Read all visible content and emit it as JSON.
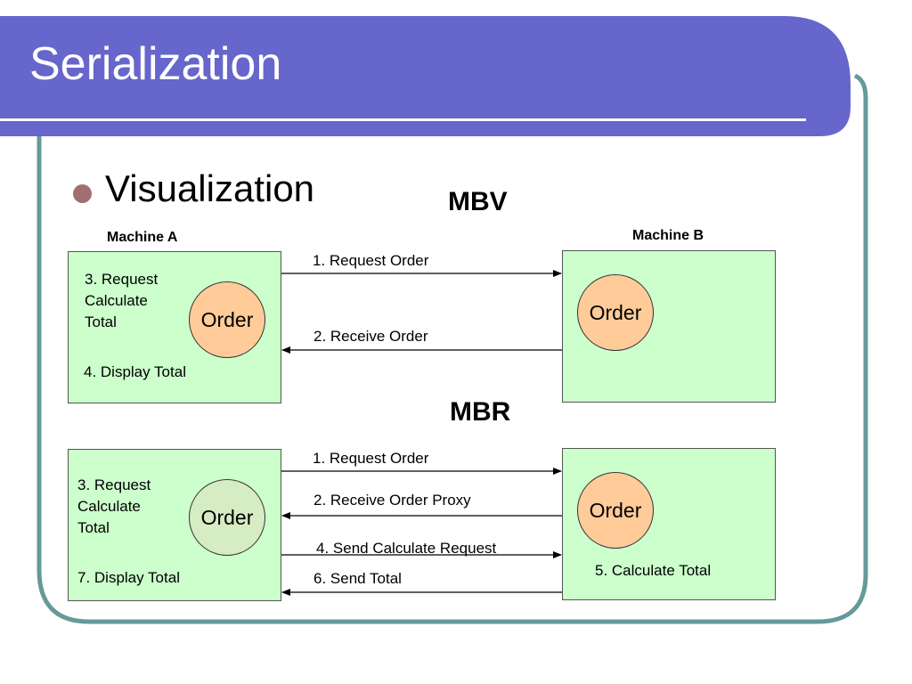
{
  "slide": {
    "title": "Serialization",
    "bullet": "Visualization",
    "colors": {
      "title_bar": "#6666cc",
      "frame_border": "#669999",
      "box_fill": "#ccffcc",
      "order_peach": "#ffcc99",
      "order_sage": "#d6ecc3",
      "bullet_dot": "#a07070"
    }
  },
  "diagram": {
    "machine_a_label": "Machine A",
    "machine_b_label": "Machine B",
    "mbv": {
      "heading": "MBV",
      "a_text_1": "3. Request",
      "a_text_2": "Calculate",
      "a_text_3": "Total",
      "a_text_display": "4. Display Total",
      "a_order": "Order",
      "b_order": "Order",
      "arrow_1": "1. Request Order",
      "arrow_2": "2. Receive Order"
    },
    "mbr": {
      "heading": "MBR",
      "a_text_1": "3. Request",
      "a_text_2": "Calculate",
      "a_text_3": "Total",
      "a_text_display": "7. Display Total",
      "a_order": "Order",
      "b_order": "Order",
      "b_text": "5. Calculate Total",
      "arrow_1": "1. Request Order",
      "arrow_2": "2. Receive Order Proxy",
      "arrow_4": "4. Send Calculate Request",
      "arrow_6": "6. Send Total"
    }
  }
}
